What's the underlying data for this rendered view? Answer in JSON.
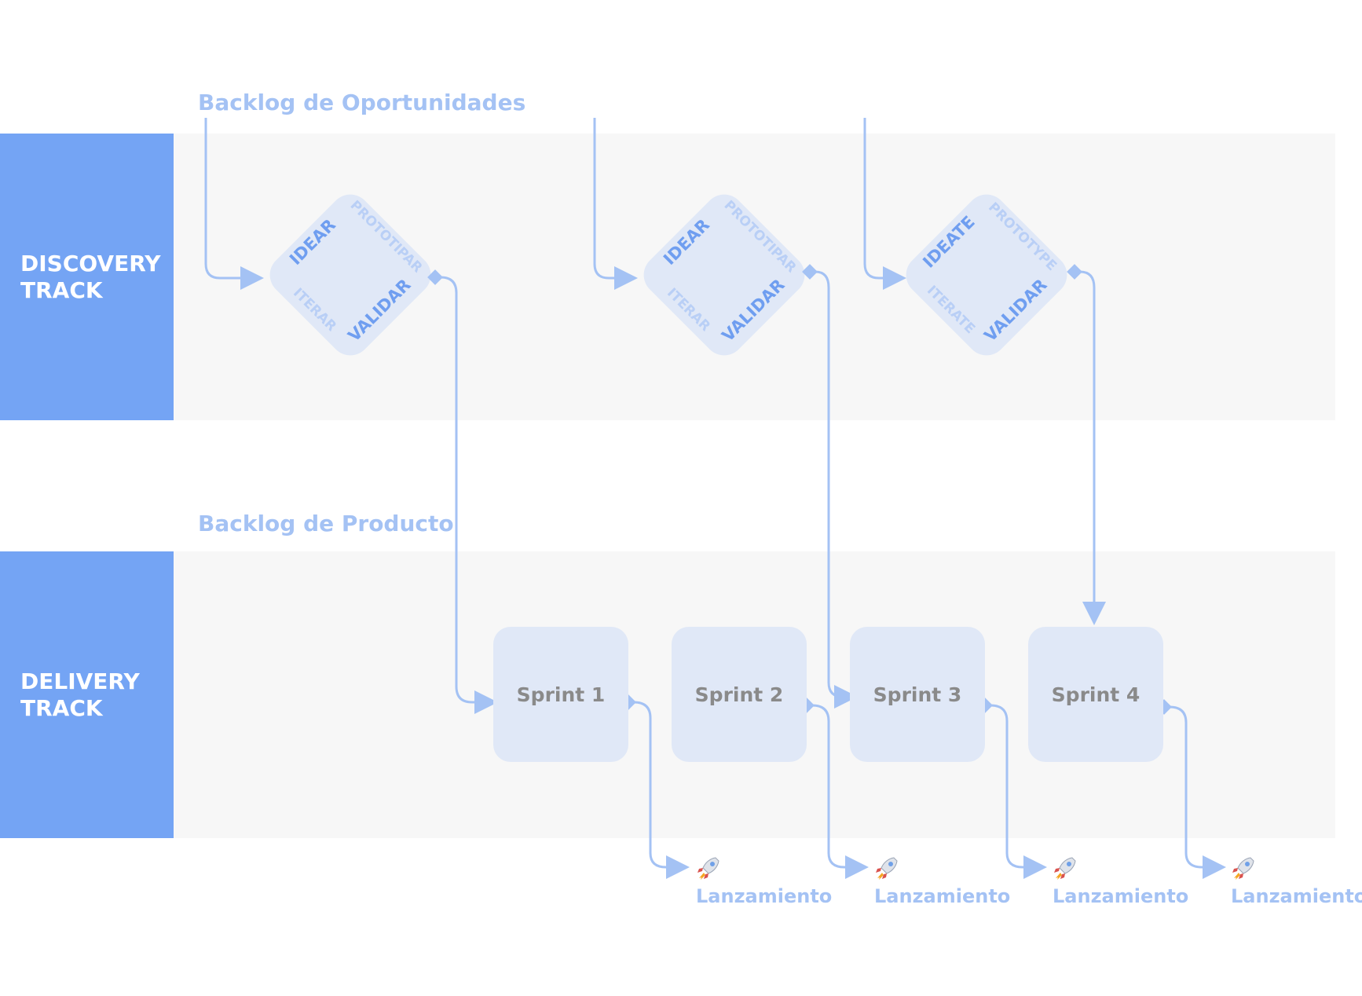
{
  "colors": {
    "accent": "#74a4f4",
    "connector": "#a4c2f4",
    "band": "#f7f7f7",
    "box": "#e0e8f7",
    "text_muted": "#8a8a8a",
    "text_strong": "#6f9ef0",
    "text_faint": "#b9cff6"
  },
  "tracks": {
    "discovery": "DISCOVERY\nTRACK",
    "delivery": "DELIVERY\nTRACK"
  },
  "backlogs": {
    "opportunities": "Backlog de Oportunidades",
    "product": "Backlog de Producto"
  },
  "cycles": [
    {
      "top": "IDEAR",
      "right": "PROTOTIPAR",
      "bottom": "VALIDAR",
      "left": "ITERAR"
    },
    {
      "top": "IDEAR",
      "right": "PROTOTIPAR",
      "bottom": "VALIDAR",
      "left": "ITERAR"
    },
    {
      "top": "IDEATE",
      "right": "PROTOTYPE",
      "bottom": "VALIDAR",
      "left": "ITERATE"
    }
  ],
  "sprints": [
    "Sprint 1",
    "Sprint 2",
    "Sprint 3",
    "Sprint 4"
  ],
  "launches": [
    "Lanzamiento",
    "Lanzamiento",
    "Lanzamiento",
    "Lanzamiento"
  ],
  "icons": {
    "launch": "rocket-icon"
  }
}
